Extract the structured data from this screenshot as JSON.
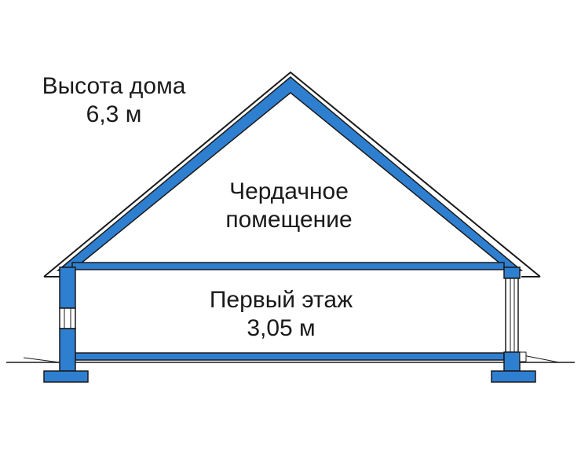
{
  "labels": {
    "house_height_title": "Высота дома",
    "house_height_value": "6,3 м",
    "attic_line1": "Чердачное",
    "attic_line2": "помещение",
    "first_floor_title": "Первый этаж",
    "first_floor_height": "3,05 м"
  },
  "colors": {
    "structure": "#2f7fd0",
    "outline": "#1a1a1a",
    "background": "#ffffff"
  }
}
